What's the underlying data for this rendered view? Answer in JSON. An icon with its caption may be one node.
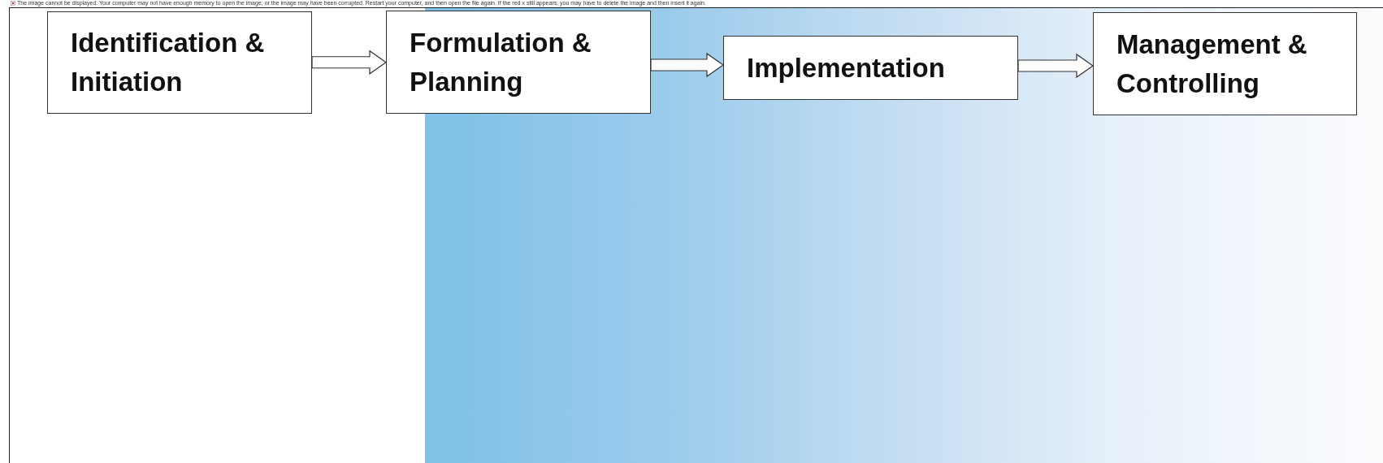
{
  "diagram": {
    "nodes": [
      {
        "text": [
          "Identification & Initiation"
        ]
      },
      {
        "text": [
          "Formulation & Planning"
        ]
      },
      {
        "text": [
          "Implementation"
        ]
      },
      {
        "text": [
          "Management & Controlling"
        ]
      }
    ],
    "edges": [
      {
        "from": 0,
        "to": 1,
        "arrow": "to"
      },
      {
        "from": 1,
        "to": 2,
        "arrow": "to"
      },
      {
        "from": 2,
        "to": 3,
        "arrow": "to"
      }
    ],
    "labels": [
      "The image cannot be displayed. Your computer may not have enough memory to open the image, or the image may have been corrupted. Restart your computer, and then open the file again. If the red x still appears, you may have to delete the image and then insert it again."
    ]
  }
}
